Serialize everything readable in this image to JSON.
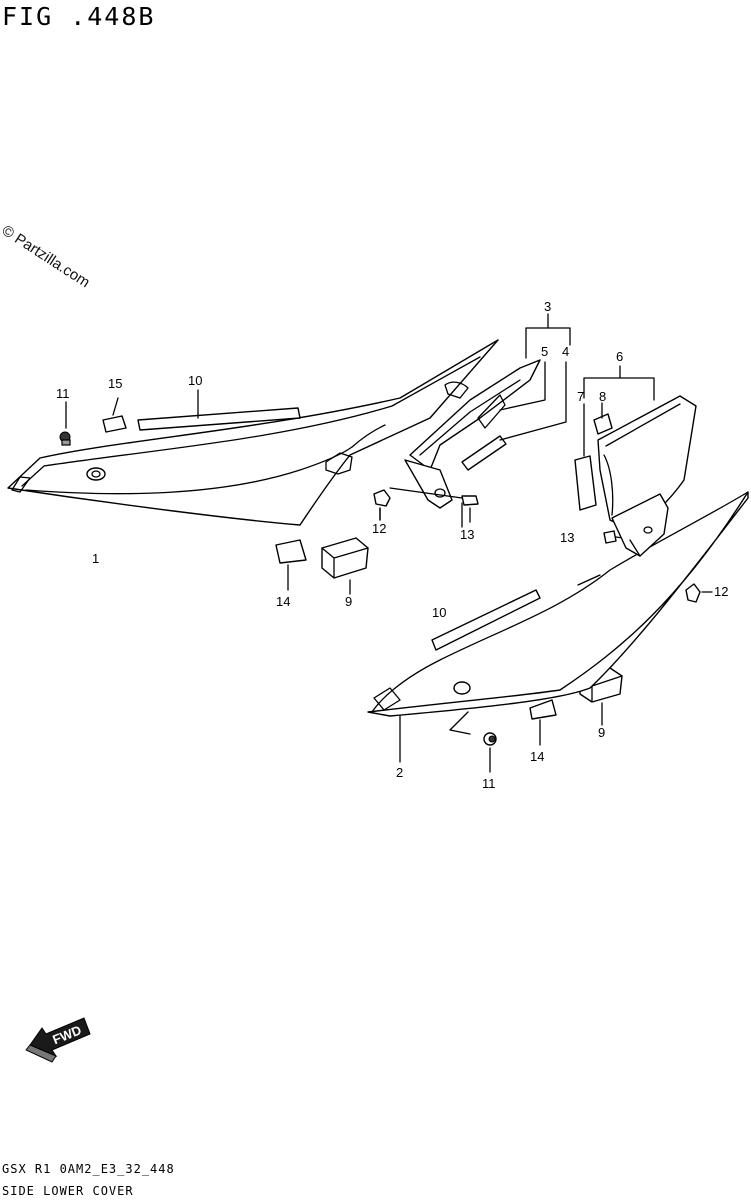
{
  "figure": {
    "title": "FIG .448B",
    "watermark": "© Partzilla.com"
  },
  "callouts": {
    "c1": "1",
    "c2": "2",
    "c3": "3",
    "c4": "4",
    "c5": "5",
    "c6": "6",
    "c7": "7",
    "c8": "8",
    "c9a": "9",
    "c9b": "9",
    "c10a": "10",
    "c10b": "10",
    "c11a": "11",
    "c11b": "11",
    "c12a": "12",
    "c12b": "12",
    "c13a": "13",
    "c13b": "13",
    "c14a": "14",
    "c14b": "14",
    "c15": "15"
  },
  "fwd": {
    "label": "FWD"
  },
  "footer": {
    "code": "GSX R1 0AM2_E3_32_448",
    "name": "SIDE LOWER COVER"
  }
}
